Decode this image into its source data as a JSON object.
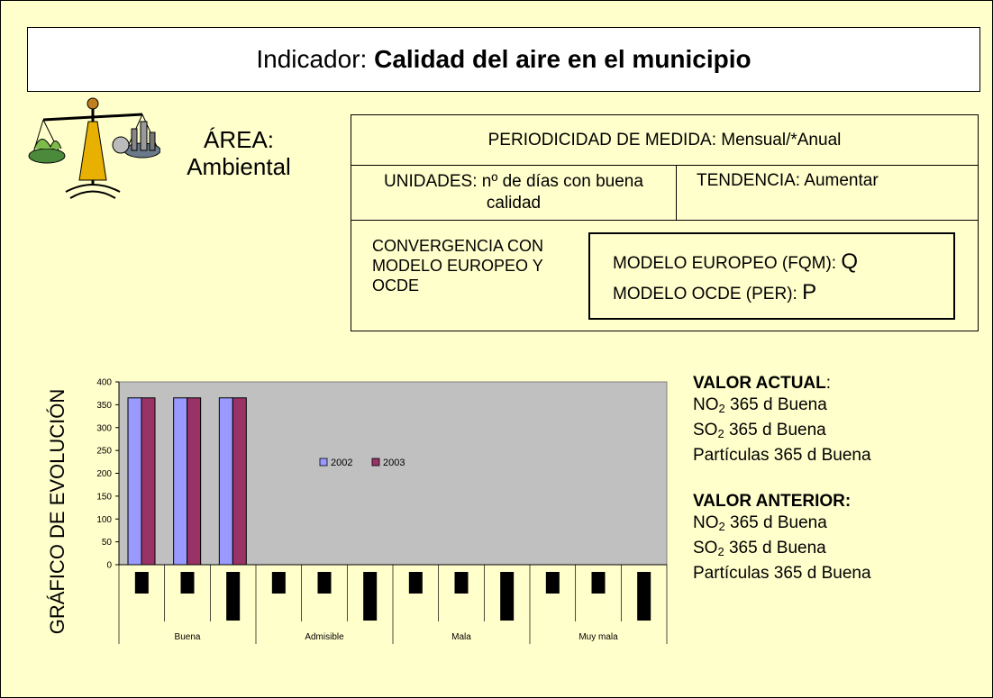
{
  "title": {
    "prefix": "Indicador: ",
    "main": "Calidad del aire en el municipio"
  },
  "area": {
    "line1": "ÁREA:",
    "line2": "Ambiental"
  },
  "periodicidad": "PERIODICIDAD DE MEDIDA: Mensual/*Anual",
  "unidades": "UNIDADES: nº de días con buena calidad",
  "tendencia": "TENDENCIA: Aumentar",
  "convergencia": "CONVERGENCIA CON MODELO EUROPEO Y OCDE",
  "modelo_europeo": {
    "label": "MODELO EUROPEO (FQM): ",
    "value": "Q"
  },
  "modelo_ocde": {
    "label": "MODELO OCDE (PER): ",
    "value": "P"
  },
  "chart_side_label": "GRÁFICO DE EVOLUCIÓN",
  "valor_actual": {
    "heading": "VALOR ACTUAL",
    "heading_suffix": ":",
    "lines": [
      {
        "pre": "NO",
        "sub": "2",
        "post": " 365 d Buena"
      },
      {
        "pre": "SO",
        "sub": "2",
        "post": " 365 d Buena"
      },
      {
        "pre": "Partículas 365 d Buena",
        "sub": "",
        "post": ""
      }
    ]
  },
  "valor_anterior": {
    "heading": "VALOR ANTERIOR:",
    "lines": [
      {
        "pre": "NO",
        "sub": "2",
        "post": " 365 d Buena"
      },
      {
        "pre": "SO",
        "sub": "2",
        "post": " 365 d Buena"
      },
      {
        "pre": "Partículas 365 d Buena",
        "sub": "",
        "post": ""
      }
    ]
  },
  "colors": {
    "background": "#FFFFCC",
    "plot_area": "#C0C0C0",
    "series_2002": "#9999FF",
    "series_2003": "#993366"
  },
  "chart_data": {
    "type": "bar",
    "title": "",
    "xlabel": "",
    "ylabel": "",
    "ylim": [
      0,
      400
    ],
    "yticks": [
      0,
      50,
      100,
      150,
      200,
      250,
      300,
      350,
      400
    ],
    "categories": [
      "Buena",
      "Admisible",
      "Mala",
      "Muy mala"
    ],
    "categories_display": [
      "Buena",
      "Admisible",
      "Mala",
      "Muy mala"
    ],
    "subcategories_per_group": 3,
    "series": [
      {
        "name": "2002",
        "values": [
          365,
          365,
          365,
          0,
          0,
          0,
          0,
          0,
          0,
          0,
          0,
          0
        ]
      },
      {
        "name": "2003",
        "values": [
          365,
          365,
          365,
          0,
          0,
          0,
          0,
          0,
          0,
          0,
          0,
          0
        ]
      }
    ],
    "legend": {
      "position": "center",
      "entries": [
        "2002",
        "2003"
      ]
    },
    "grid": false,
    "axis_labels_marker_lengths": [
      "short",
      "short",
      "long",
      "short",
      "short",
      "long",
      "short",
      "short",
      "long",
      "short",
      "short",
      "long"
    ]
  }
}
